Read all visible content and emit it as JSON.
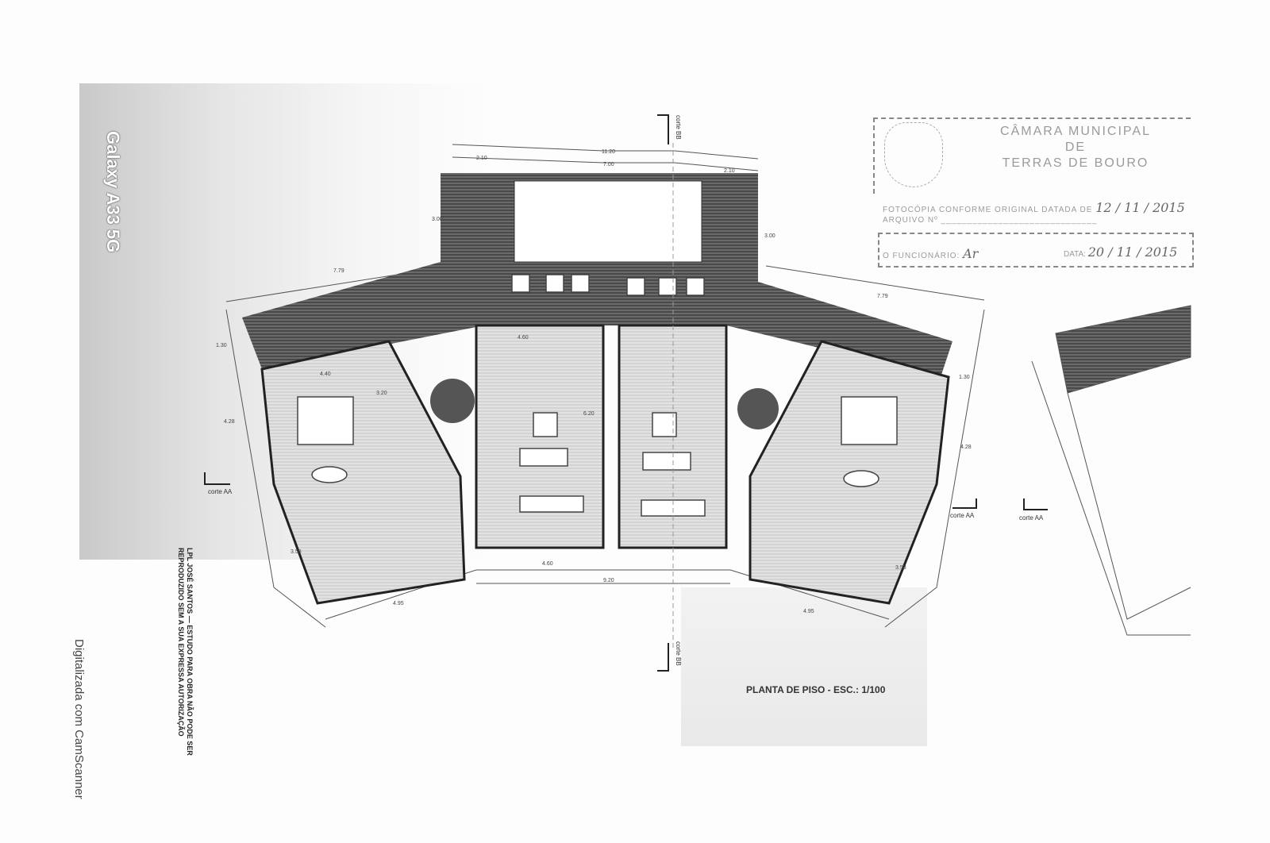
{
  "scan": {
    "phone_watermark": "Galaxy A33 5G",
    "scanner_watermark": "Digitalizada com CamScanner",
    "author_note": "LPL JOSÉ SANTOS — ESTUDO PARA OBRA NÃO PODE SER REPRODUZIDO SEM A SUA EXPRESSA AUTORIZAÇÃO"
  },
  "drawing": {
    "title": "PLANTA DE PISO - ESC.: 1/100",
    "section_labels": {
      "corte_aa": "corte AA",
      "corte_bb": "corte BB"
    },
    "dimensions": {
      "total_width": "11.20",
      "left_offset": "2.10",
      "center_width": "7.00",
      "right_offset": "2.10",
      "top_left_depth": "3.00",
      "top_right_depth": "3.00",
      "left_wing": "7.79",
      "right_wing": "7.79",
      "left_base": "4.95",
      "center_base": "9.20",
      "right_base": "4.95",
      "inner_base": "4.60",
      "left_side": "4.28",
      "right_side": "4.28",
      "left_lower": "3.58",
      "right_lower": "3.58",
      "left_edge": "1.30",
      "right_edge": "1.30",
      "room_w": "4.40",
      "room_d": "3.20",
      "kitchen": "4.60",
      "living": "6.20"
    }
  },
  "stamp": {
    "org_line1": "CÂMARA MUNICIPAL",
    "org_line2": "DE",
    "org_line3": "TERRAS DE BOURO",
    "copy_label": "FOTOCÓPIA CONFORME ORIGINAL DATADA DE",
    "copy_date": "12 / 11 / 2015",
    "archive_label": "ARQUIVO Nº",
    "clerk_label": "O FUNCIONÁRIO:",
    "clerk_signature": "Ar",
    "date_label": "DATA:",
    "date_value": "20 / 11 / 2015"
  }
}
